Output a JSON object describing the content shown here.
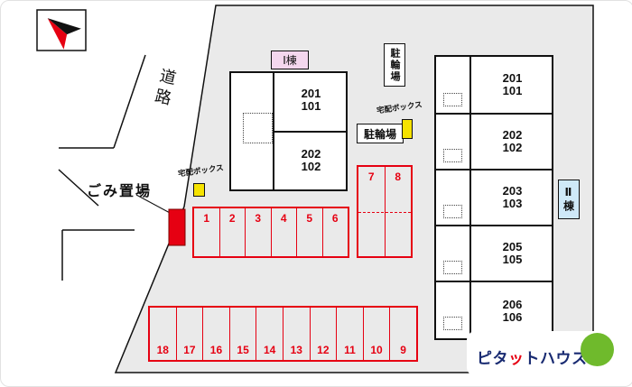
{
  "labels": {
    "road": "道路",
    "garbage": "ごみ置場",
    "bike_top": "駐輪場",
    "bike_mid": "駐輪場",
    "delivery_left": "宅配ボックス",
    "delivery_right": "宅配ボックス"
  },
  "building1": {
    "tag": "Ⅰ棟",
    "units": [
      {
        "upper": "201",
        "lower": "101"
      },
      {
        "upper": "202",
        "lower": "102"
      }
    ]
  },
  "building2": {
    "tag": "Ⅱ棟",
    "units": [
      {
        "upper": "201",
        "lower": "101"
      },
      {
        "upper": "202",
        "lower": "102"
      },
      {
        "upper": "203",
        "lower": "103"
      },
      {
        "upper": "205",
        "lower": "105"
      },
      {
        "upper": "206",
        "lower": "106"
      }
    ]
  },
  "parking": {
    "front_row": [
      "1",
      "2",
      "3",
      "4",
      "5",
      "6"
    ],
    "side_row": [
      "7",
      "8"
    ],
    "back_row": [
      "18",
      "17",
      "16",
      "15",
      "14",
      "13",
      "12",
      "11",
      "10",
      "9"
    ]
  },
  "logo": {
    "part1": "ピタ",
    "part2": "ッ",
    "part3": "トハウス"
  },
  "colors": {
    "parking_red": "#e60012",
    "garbage_red": "#e60012",
    "delivery_yellow": "#f6e300",
    "site_gray": "#eaeaea",
    "building1_tag_pink": "#f4d7ee",
    "building2_tag_blue": "#cfe9f8",
    "logo_navy": "#182a71",
    "logo_green": "#6fba2c"
  }
}
